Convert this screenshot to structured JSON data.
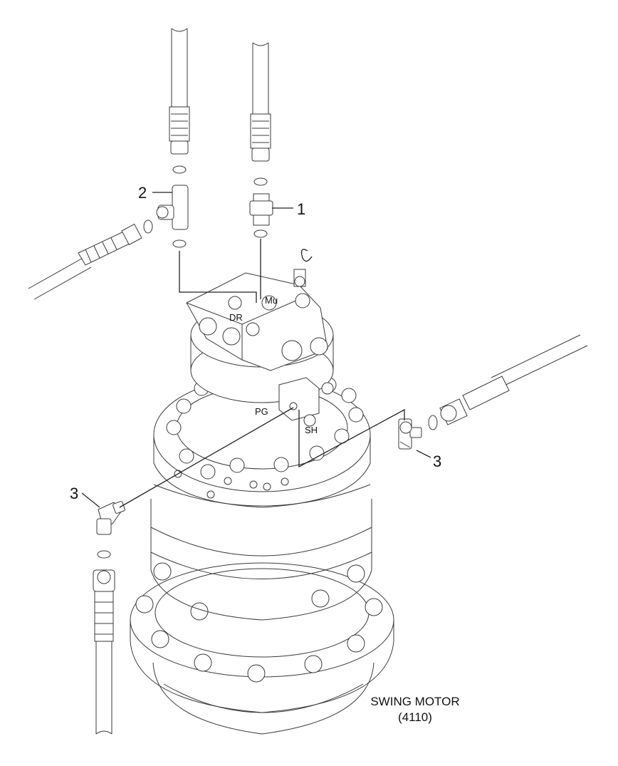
{
  "callouts": {
    "fitting_1": "1",
    "fitting_2": "2",
    "fitting_3_right": "3",
    "fitting_3_left": "3"
  },
  "ports": {
    "mu": "Mu",
    "dr": "DR",
    "pg": "PG",
    "sh": "SH"
  },
  "caption": {
    "title": "SWING MOTOR",
    "code": "(4110)"
  }
}
